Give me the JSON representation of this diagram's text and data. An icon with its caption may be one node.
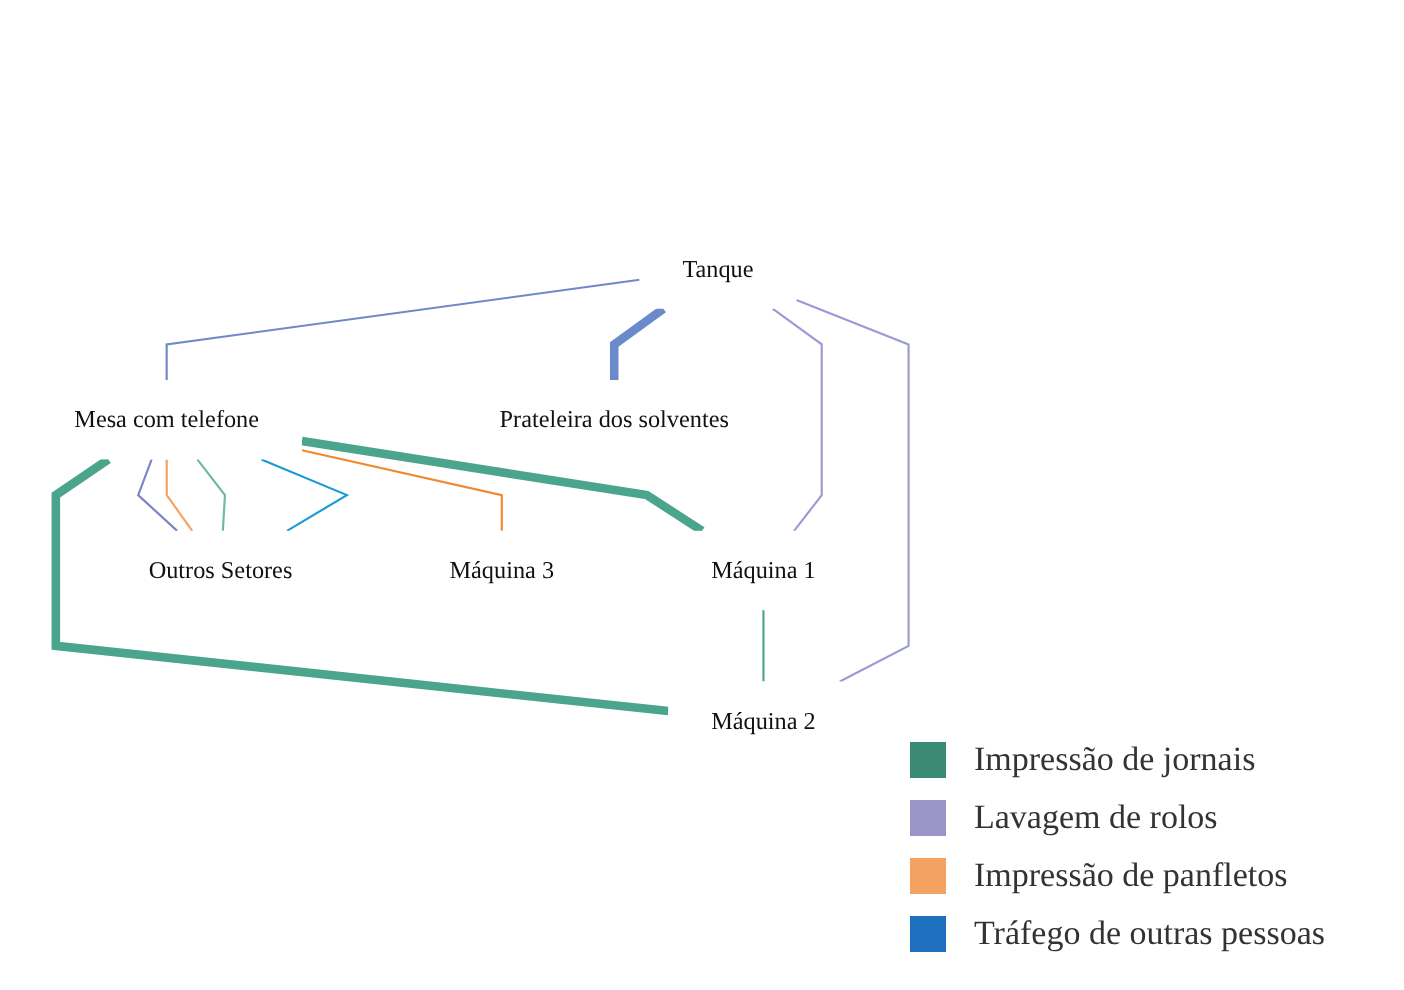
{
  "diagram": {
    "nodes": [
      {
        "text": [
          "Mesa com telefone"
        ]
      },
      {
        "text": [
          "Tanque"
        ]
      },
      {
        "text": [
          "Máquina 1"
        ]
      },
      {
        "text": [
          "Prateleira dos solventes"
        ]
      },
      {
        "text": [
          "Máquina 2"
        ]
      },
      {
        "text": [
          "Outros Setores"
        ]
      },
      {
        "text": [
          "Máquina 3"
        ]
      }
    ],
    "edges": [
      {
        "from": 0,
        "to": 2,
        "arrow": "none",
        "style": "thick",
        "color": "#4ba58c"
      },
      {
        "from": 0,
        "to": 4,
        "arrow": "none",
        "style": "thick",
        "color": "#4ba58c"
      },
      {
        "from": 2,
        "to": 4,
        "arrow": "none",
        "color": "#4ba58c"
      },
      {
        "from": 1,
        "to": 0,
        "arrow": "none",
        "color": "#7088c8"
      },
      {
        "from": 1,
        "to": 2,
        "arrow": "none",
        "color": "#9a9ad6"
      },
      {
        "from": 1,
        "to": 3,
        "arrow": "none",
        "style": "thick",
        "color": "#6a8acb"
      },
      {
        "from": 1,
        "to": 4,
        "arrow": "none",
        "color": "#9a9ad6"
      },
      {
        "from": 0,
        "to": 5,
        "arrow": "none",
        "color": "#7a84c4"
      },
      {
        "from": 0,
        "to": 5,
        "arrow": "none",
        "color": "#f4a261"
      },
      {
        "from": 0,
        "to": 5,
        "arrow": "none",
        "color": "#6fb8a0"
      },
      {
        "from": 0,
        "to": 5,
        "arrow": "none",
        "color": "#1a9ad6"
      },
      {
        "from": 0,
        "to": 6,
        "arrow": "none",
        "color": "#f08a30"
      }
    ],
    "legend": [
      {
        "text": "Impressão de jornais",
        "color": "#3a8a73"
      },
      {
        "text": "Lavagem de rolos",
        "color": "#9b94c8"
      },
      {
        "text": "Impressão de panfletos",
        "color": "#f4a261"
      },
      {
        "text": "Tráfego de outras pessoas",
        "color": "#1e6fbe"
      }
    ]
  }
}
